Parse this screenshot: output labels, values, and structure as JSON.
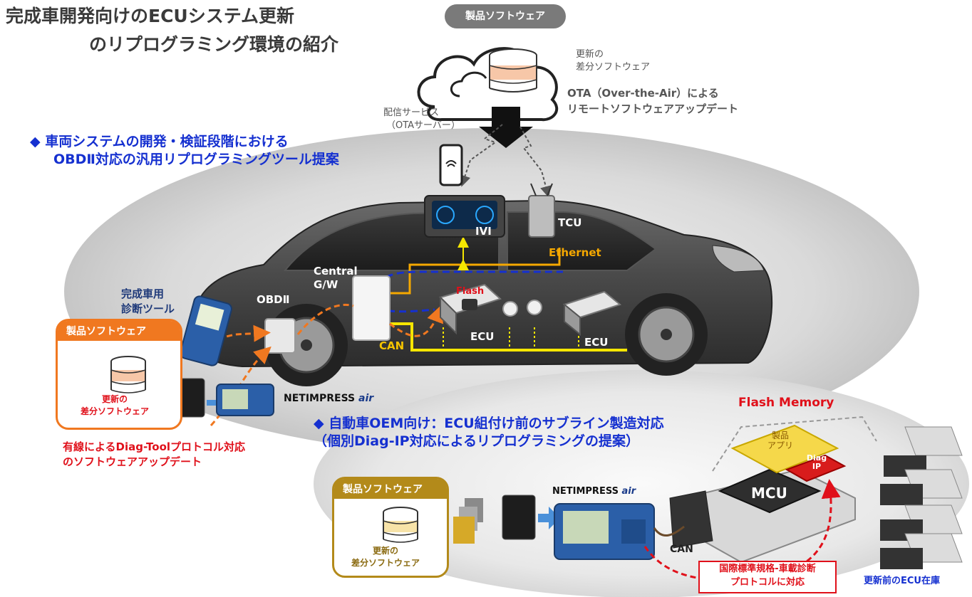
{
  "title": {
    "line1": "完成車開発向けのECUシステム更新",
    "line2": "のリプログラミング環境の紹介"
  },
  "cloud": {
    "product_pill": "製品ソフトウェア",
    "diff_label_1": "更新の",
    "diff_label_2": "差分ソフトウェア",
    "ota_line1": "OTA（Over-the-Air）による",
    "ota_line2": "リモートソフトウェアアップデート",
    "service_line1": "配信サービス",
    "service_line2": "（OTAサーバー）"
  },
  "section1": {
    "bullet": "◆",
    "line1": "車両システムの開発・検証段階における",
    "line2": "OBDⅡ対応の汎用リプログラミングツール提案"
  },
  "car": {
    "ivi": "IVI",
    "tcu": "TCU",
    "ethernet": "Ethernet",
    "central_gw_1": "Central",
    "central_gw_2": "G/W",
    "obd": "OBDⅡ",
    "flash": "Flash",
    "ecu1": "ECU",
    "ecu2": "ECU",
    "can": "CAN"
  },
  "left": {
    "diag_tool_1": "完成車用",
    "diag_tool_2": "診断ツール",
    "product_header": "製品ソフトウェア",
    "diff_1": "更新の",
    "diff_2": "差分ソフトウェア",
    "netimpress_brand": "NETIMPRESS",
    "netimpress_air": "air",
    "wired_1": "有線によるDiag-Toolプロトコル対応",
    "wired_2": "のソフトウェアアップデート"
  },
  "section2": {
    "bullet": "◆",
    "line1": "自動車OEM向け：ECU組付け前のサブライン製造対応",
    "line2": "（個別Diag-IP対応によるリプログラミングの提案）",
    "product_header": "製品ソフトウェア",
    "diff_1": "更新の",
    "diff_2": "差分ソフトウェア",
    "netimpress_brand": "NETIMPRESS",
    "netimpress_air": "air",
    "can": "CAN",
    "flash_memory": "Flash Memory",
    "app_1": "製品",
    "app_2": "アプリ",
    "diag_ip_1": "Diag",
    "diag_ip_2": "IP",
    "mcu": "MCU",
    "protocol_1": "国際標準規格-車載診断",
    "protocol_2": "プロトコルに対応",
    "stock": "更新前のECU在庫"
  },
  "colors": {
    "orange": "#f07820",
    "brown": "#b38a1a",
    "blue": "#1530d0",
    "red": "#e0101a",
    "yellow": "#f5c400",
    "can_line": "#f5e600",
    "ethernet_line": "#f5a800"
  }
}
